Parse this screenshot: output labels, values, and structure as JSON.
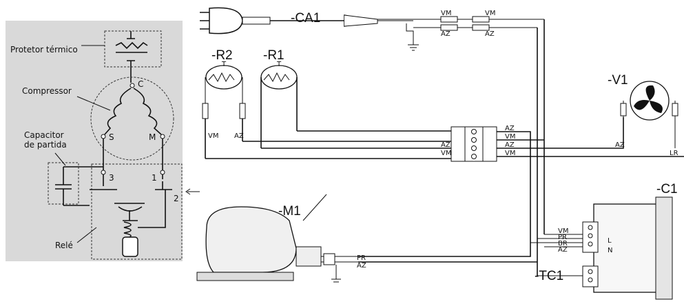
{
  "inset": {
    "thermal_protector": "Protetor térmico",
    "compressor": "Compressor",
    "start_capacitor_line1": "Capacitor",
    "start_capacitor_line2": "de partida",
    "relay": "Relé",
    "terminal_c": "C",
    "terminal_s": "S",
    "terminal_m": "M",
    "terminal_1": "1",
    "terminal_2": "2",
    "terminal_3": "3"
  },
  "components": {
    "ca1": "-CA1",
    "r2": "-R2",
    "r1": "-R1",
    "v1": "-V1",
    "m1": "-M1",
    "c1": "-C1",
    "tc1": "-TC1",
    "resistor_t": "T"
  },
  "wires": {
    "vm": "VM",
    "az": "AZ",
    "pr": "PR",
    "br": "BR",
    "lr": "LR"
  },
  "controller": {
    "l": "L",
    "n": "N"
  }
}
